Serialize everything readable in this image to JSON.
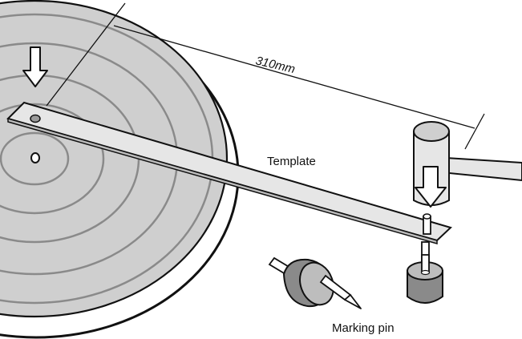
{
  "dimension": {
    "label": "310mm"
  },
  "labels": {
    "template": "Template",
    "marking_pin": "Marking pin"
  },
  "icons": {
    "turntable_arrow": "down-arrow-icon",
    "hammer_arrow": "down-arrow-icon"
  },
  "colors": {
    "platter_fill": "#cfcfcf",
    "platter_rings": "#8a8a8a",
    "template_fill": "#e6e6e6",
    "outline": "#111111",
    "arrow_fill": "#ffffff"
  }
}
